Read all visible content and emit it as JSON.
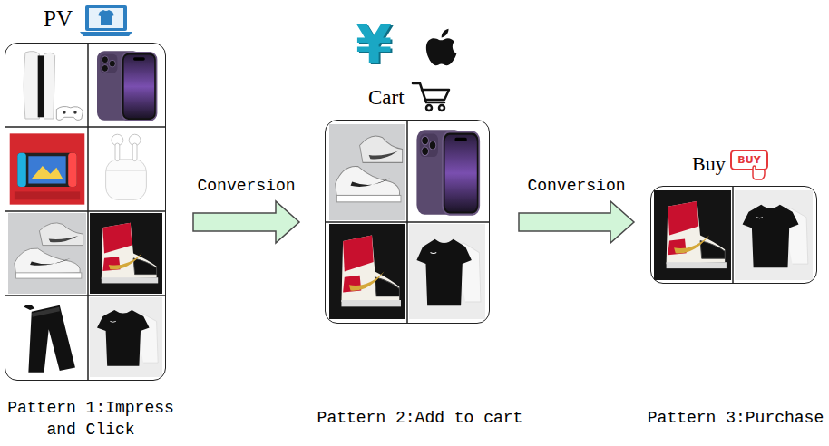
{
  "diagram": {
    "nodes": [
      {
        "text": [
          "PV",
          "Pattern 1:Impress and Click"
        ]
      },
      {
        "text": [
          "Cart",
          "Pattern 2:Add to cart"
        ]
      },
      {
        "text": [
          "Buy",
          "Pattern 3:Purchase"
        ]
      }
    ],
    "edges": [
      {
        "from": 0,
        "to": 1,
        "arrow": "to",
        "label": "Conversion"
      },
      {
        "from": 1,
        "to": 2,
        "arrow": "to",
        "label": "Conversion"
      }
    ],
    "labels": [
      "¥",
      "BUY"
    ]
  }
}
